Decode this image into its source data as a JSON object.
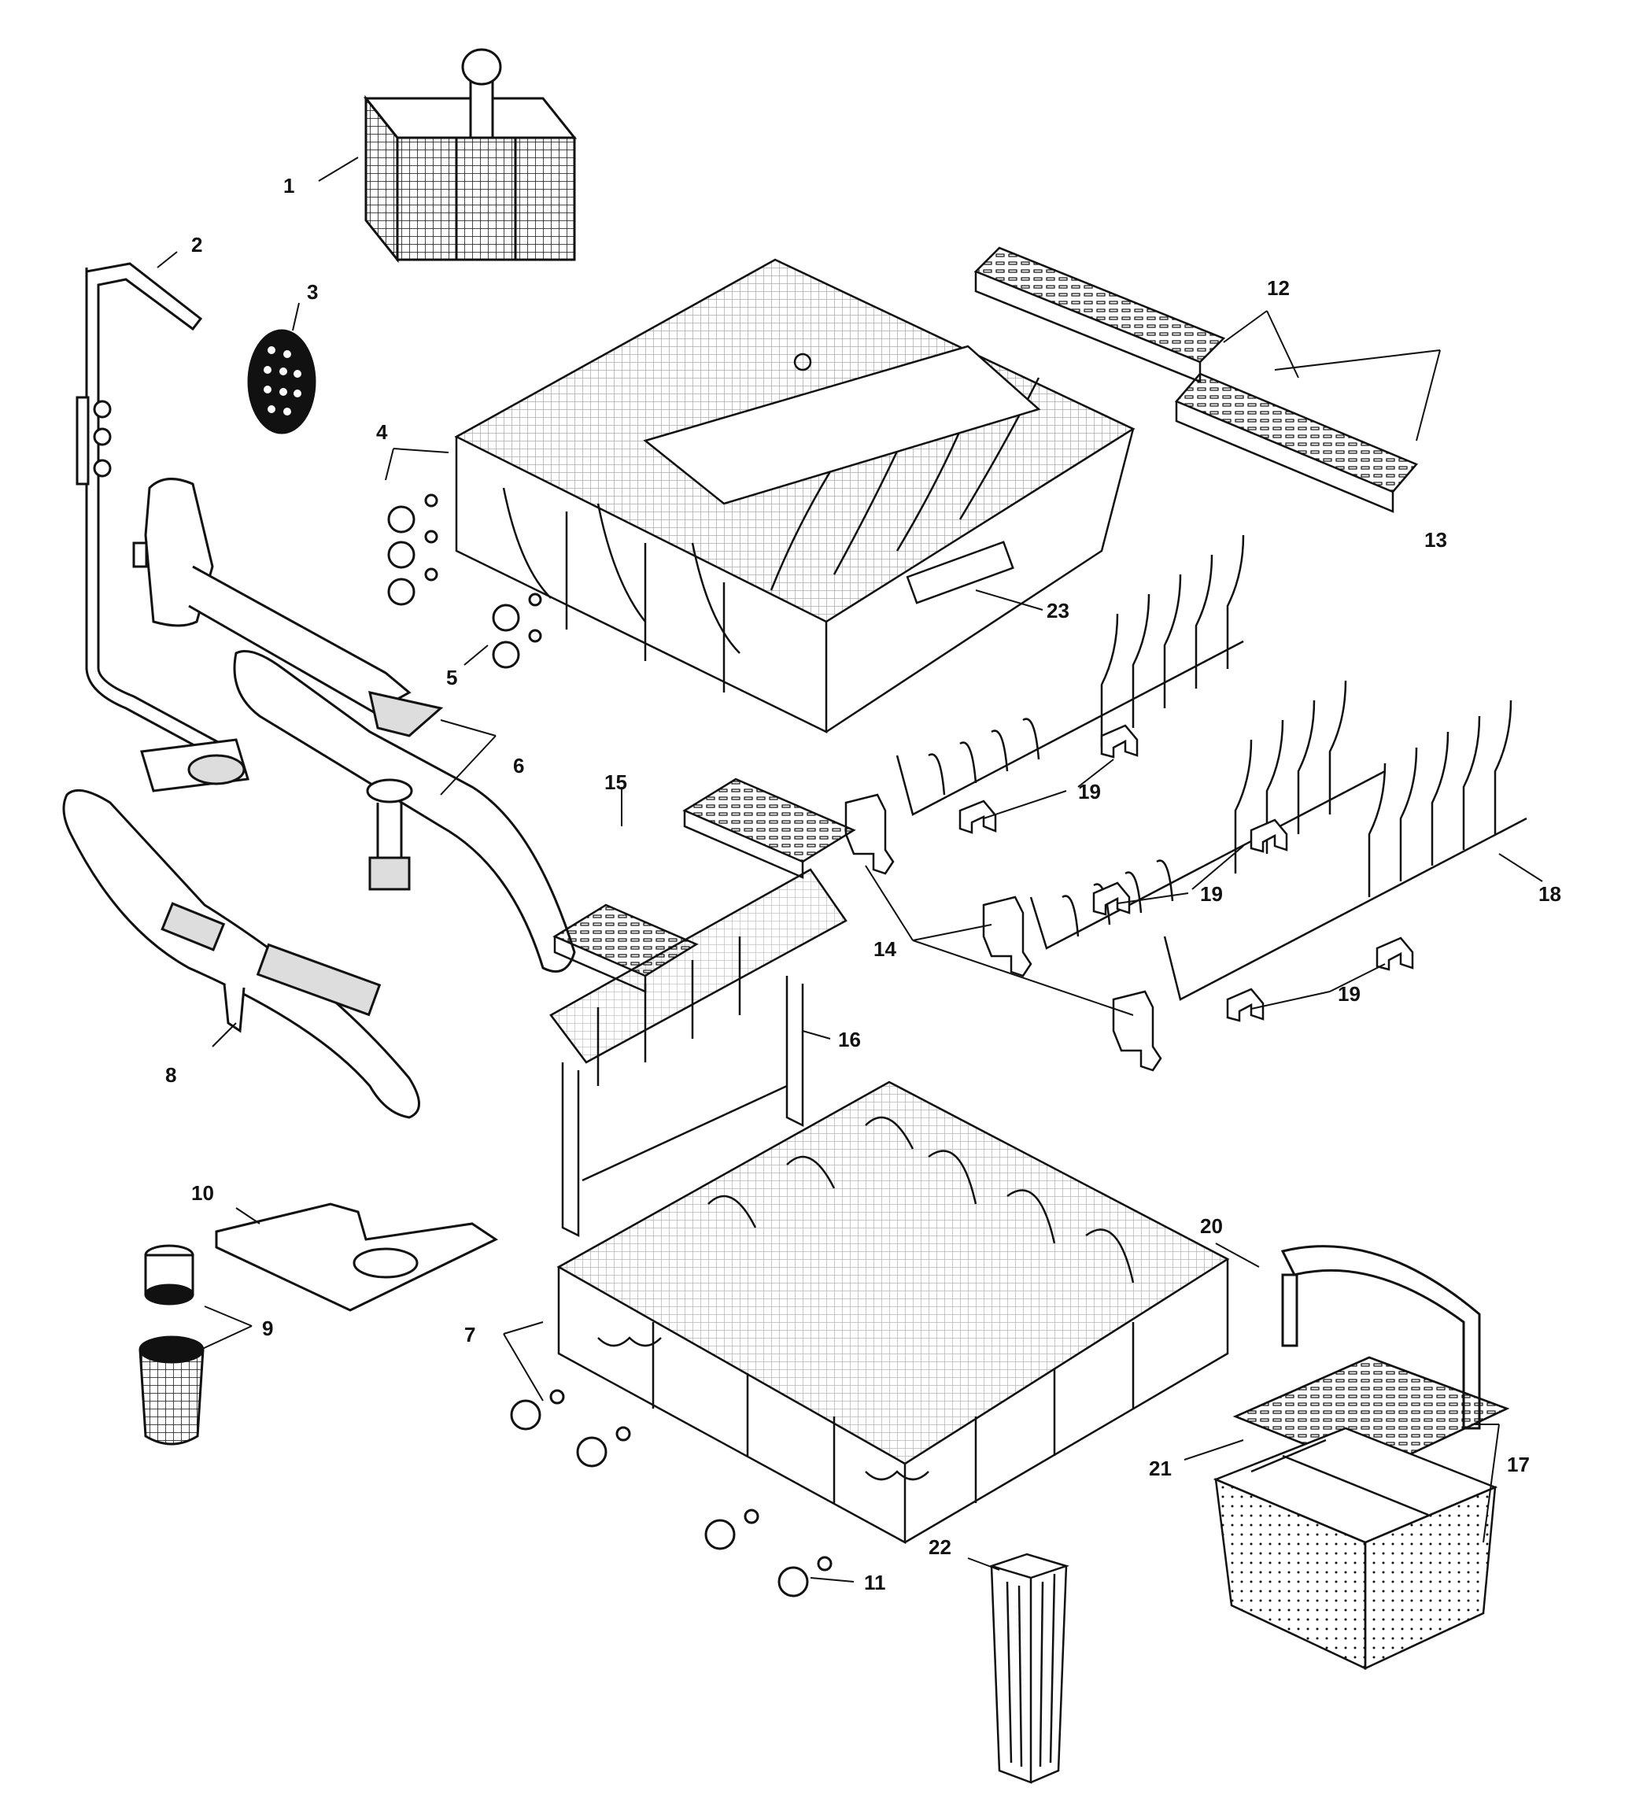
{
  "colors": {
    "ink": "#111111",
    "paper": "#ffffff",
    "shade": "#dddddd"
  },
  "callouts": [
    {
      "id": "1",
      "label": "1"
    },
    {
      "id": "2",
      "label": "2"
    },
    {
      "id": "3",
      "label": "3"
    },
    {
      "id": "4",
      "label": "4"
    },
    {
      "id": "5",
      "label": "5"
    },
    {
      "id": "6",
      "label": "6"
    },
    {
      "id": "7",
      "label": "7"
    },
    {
      "id": "8",
      "label": "8"
    },
    {
      "id": "9",
      "label": "9"
    },
    {
      "id": "10",
      "label": "10"
    },
    {
      "id": "11",
      "label": "11"
    },
    {
      "id": "12",
      "label": "12"
    },
    {
      "id": "13",
      "label": "13"
    },
    {
      "id": "14",
      "label": "14"
    },
    {
      "id": "15",
      "label": "15"
    },
    {
      "id": "16",
      "label": "16"
    },
    {
      "id": "17",
      "label": "17"
    },
    {
      "id": "18",
      "label": "18"
    },
    {
      "id": "19a",
      "label": "19"
    },
    {
      "id": "19b",
      "label": "19"
    },
    {
      "id": "19c",
      "label": "19"
    },
    {
      "id": "20",
      "label": "20"
    },
    {
      "id": "21",
      "label": "21"
    },
    {
      "id": "22",
      "label": "22"
    },
    {
      "id": "23",
      "label": "23"
    }
  ]
}
